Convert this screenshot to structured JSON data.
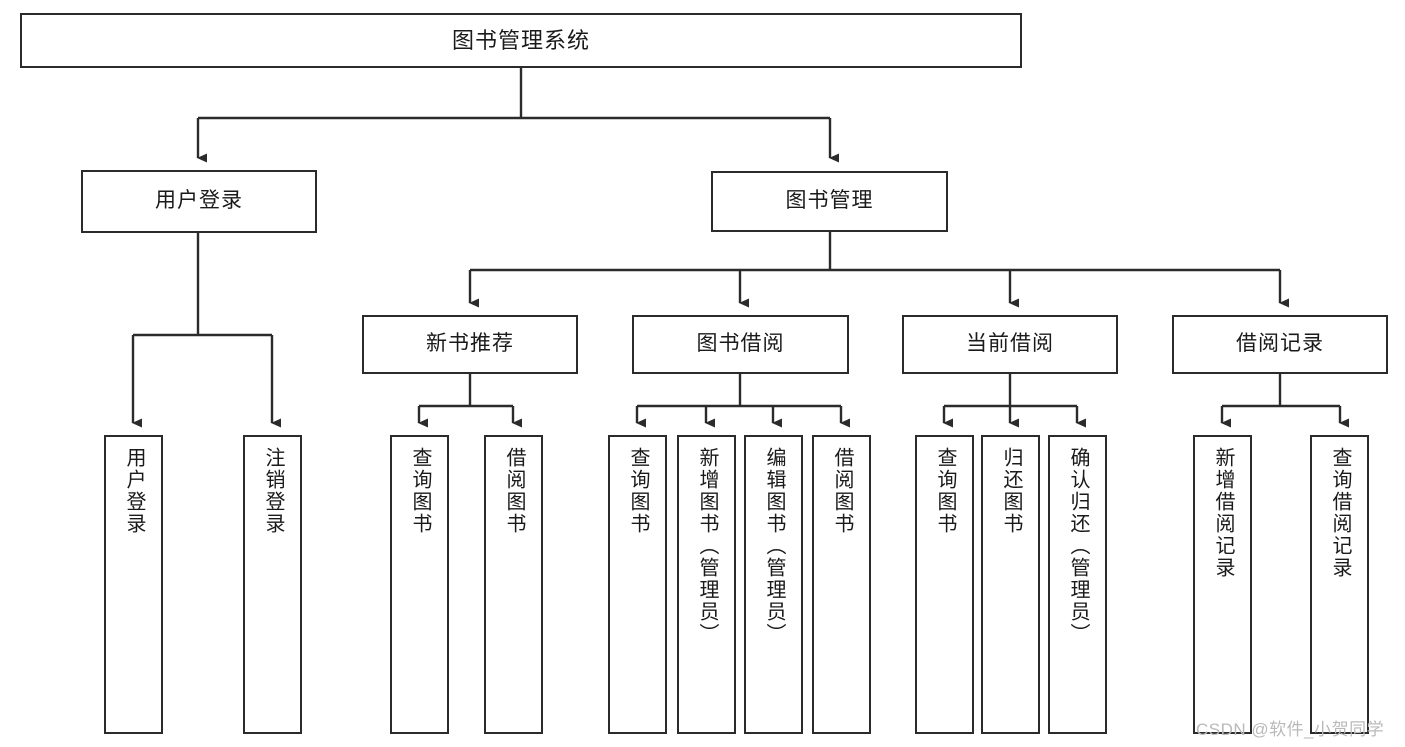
{
  "diagram": {
    "title": "图书管理系统",
    "type": "functional-structure-tree",
    "theme": {
      "background": "#ffffff",
      "box_border": "#2b2b2b",
      "box_fill": "#ffffff",
      "connector": "#2b2b2b",
      "text": "#1a1a1a",
      "watermark_color": "#b9b9b9"
    },
    "levels": {
      "root": [
        "图书管理系统"
      ],
      "level2": [
        "用户登录",
        "图书管理"
      ],
      "level3": [
        "新书推荐",
        "图书借阅",
        "当前借阅",
        "借阅记录"
      ],
      "leaves": [
        "用户登录",
        "注销登录",
        "查询图书",
        "借阅图书",
        "查询图书",
        "新增图书（管理员）",
        "编辑图书（管理员）",
        "借阅图书",
        "查询图书",
        "归还图书",
        "确认归还（管理员）",
        "新增借阅记录",
        "查询借阅记录"
      ]
    },
    "nodes": {
      "root": {
        "label": "图书管理系统"
      },
      "user_login": {
        "label": "用户登录"
      },
      "book_manage": {
        "label": "图书管理"
      },
      "new_book_rec": {
        "label": "新书推荐"
      },
      "book_borrow": {
        "label": "图书借阅"
      },
      "current_borrow": {
        "label": "当前借阅"
      },
      "borrow_record": {
        "label": "借阅记录"
      },
      "leaf_user_login": {
        "label": "用户登录"
      },
      "leaf_logout": {
        "label": "注销登录"
      },
      "leaf_query_book_1": {
        "label": "查询图书"
      },
      "leaf_borrow_book_1": {
        "label": "借阅图书"
      },
      "leaf_query_book_2": {
        "label": "查询图书"
      },
      "leaf_add_book": {
        "label": "新增图书（管理员）"
      },
      "leaf_edit_book": {
        "label": "编辑图书（管理员）"
      },
      "leaf_borrow_book_2": {
        "label": "借阅图书"
      },
      "leaf_query_book_3": {
        "label": "查询图书"
      },
      "leaf_return_book": {
        "label": "归还图书"
      },
      "leaf_confirm_return": {
        "label": "确认归还（管理员）"
      },
      "leaf_add_record": {
        "label": "新增借阅记录"
      },
      "leaf_query_record": {
        "label": "查询借阅记录"
      }
    },
    "watermark": "CSDN @软件_小贺同学"
  }
}
